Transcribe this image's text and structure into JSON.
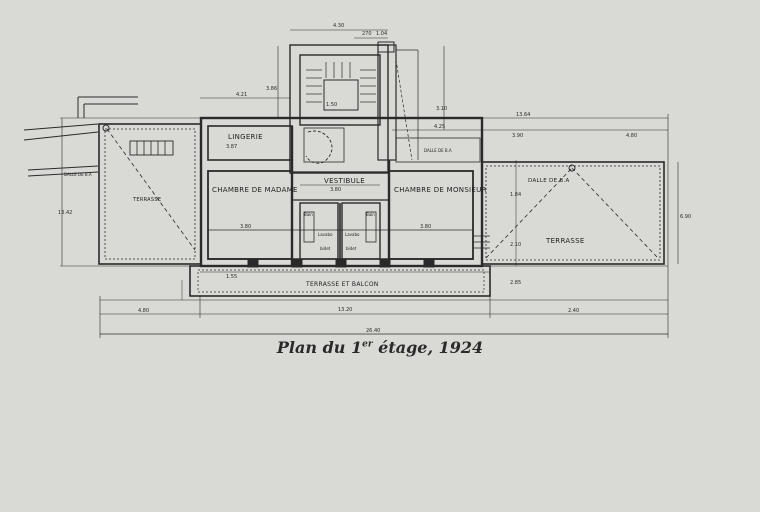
{
  "caption": {
    "title_prefix": "Plan du 1",
    "title_sup": "er",
    "title_suffix": " étage, 1924"
  },
  "rooms": {
    "lingerie": "LINGERIE",
    "chambre_madame": "CHAMBRE DE MADAME",
    "vestibule": "VESTIBULE",
    "chambre_monsieur": "CHAMBRE DE MONSIEUR",
    "terrasse_left": "TERRASSE",
    "terrasse_right": "TERRASSE",
    "dalle_ba_right": "DALLE DE B.A",
    "dalle_ba_mid": "DALLE DE B.A",
    "dalle_ba_left": "DALLE DE B.A",
    "bain_left": "Bain",
    "bain_right": "Bain",
    "lavabo_left": "Lavabo",
    "lavabo_right": "Lavabo",
    "bidet_left": "bidet",
    "bidet_right": "bidet",
    "terrasse_balcon": "TERRASSE  ET  BALCON"
  },
  "dimensions": {
    "d_430": "4.30",
    "d_270": "270",
    "d_104": "1.04",
    "d_421": "4.21",
    "d_386": "3.86",
    "d_1364": "13.64",
    "d_425": "4.25",
    "d_390": "3.90",
    "d_480": "4.80",
    "d_1342": "13.42",
    "d_387": "3.87",
    "d_150": "1.50",
    "d_380": "3.80",
    "d_380b": "3.80",
    "d_380c": "3.80",
    "d_690": "6.90",
    "d_480b": "4.80",
    "d_1320": "13.20",
    "d_2640": "26.40",
    "d_240": "2.40",
    "d_155": "1.55",
    "d_184": "1.84",
    "d_210": "2.10",
    "d_285": "2.85",
    "d_310": "3.10"
  }
}
